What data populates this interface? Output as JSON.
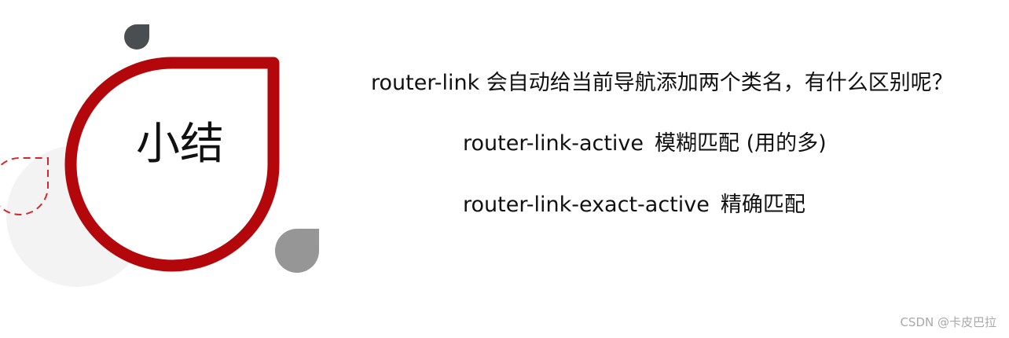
{
  "slide": {
    "title": "小结",
    "question": "router-link 会自动给当前导航添加两个类名，有什么区别呢？",
    "items": [
      {
        "class_name": "router-link-active",
        "description": "模糊匹配 (用的多)"
      },
      {
        "class_name": "router-link-exact-active",
        "description": "精确匹配"
      }
    ]
  },
  "watermark": "CSDN @卡皮巴拉",
  "colors": {
    "accent_red": "#b3070c",
    "dark_gray": "#4a4e50",
    "mid_gray": "#969696",
    "light_gray": "#f3f3f3"
  },
  "icons": {
    "title_frame": "teardrop-ring-shape",
    "top_drop": "teardrop-shape",
    "bottom_drop": "teardrop-shape",
    "dashed_drop": "dashed-teardrop-outline-shape",
    "background_circle": "circle-shape"
  }
}
